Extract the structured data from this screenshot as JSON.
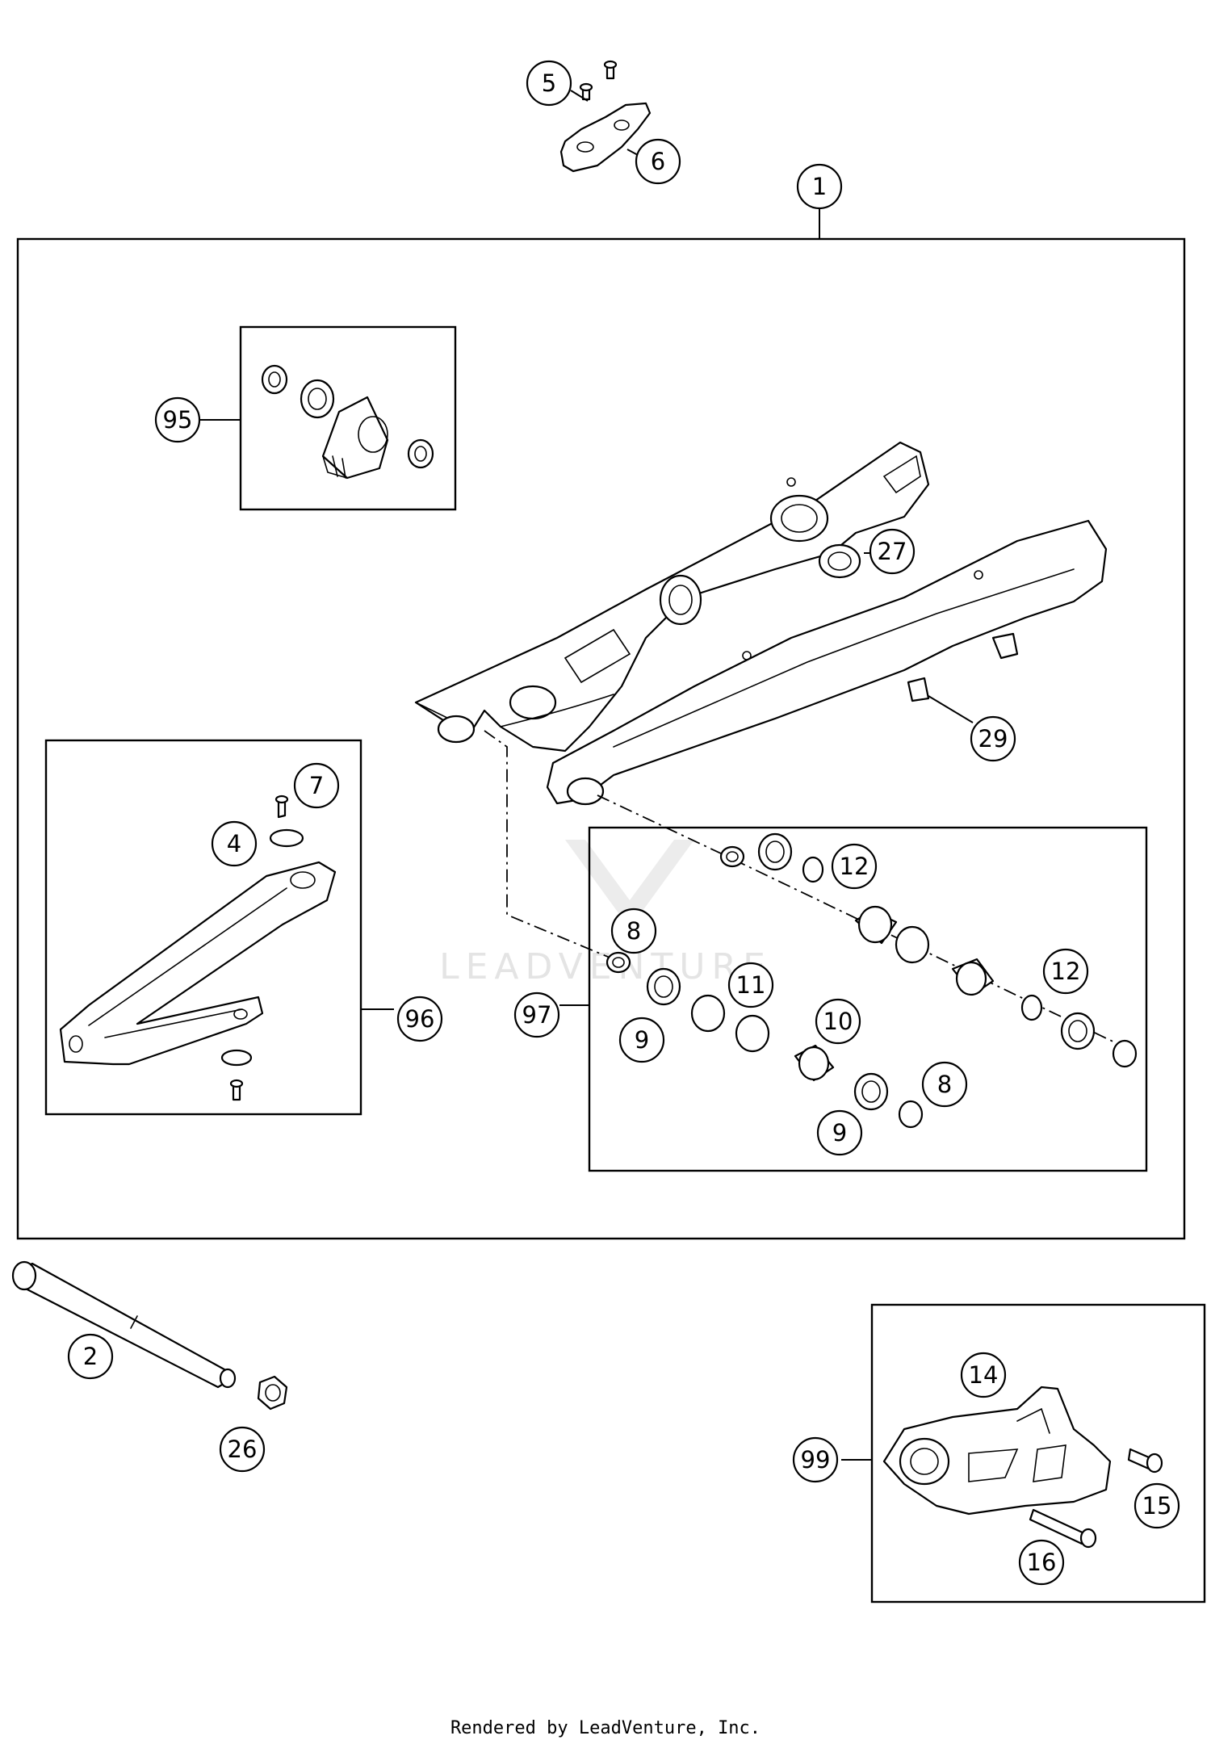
{
  "watermark": "LEADVENTURE",
  "footer": "Rendered by LeadVenture, Inc.",
  "callouts": {
    "c1": "1",
    "c2": "2",
    "c4": "4",
    "c5": "5",
    "c6": "6",
    "c7": "7",
    "c8a": "8",
    "c8b": "8",
    "c9a": "9",
    "c9b": "9",
    "c10": "10",
    "c11": "11",
    "c12a": "12",
    "c12b": "12",
    "c14": "14",
    "c15": "15",
    "c16": "16",
    "c26": "26",
    "c27": "27",
    "c29": "29",
    "c95": "95",
    "c96": "96",
    "c97": "97",
    "c99": "99"
  }
}
